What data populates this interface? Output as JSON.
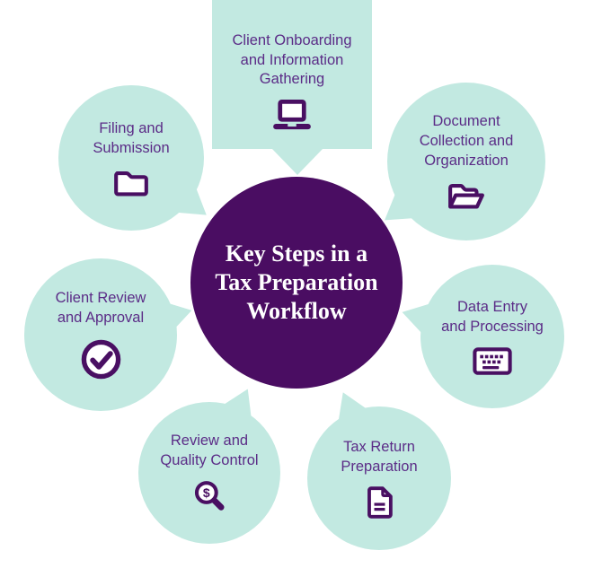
{
  "colors": {
    "bubble_fill": "#c2e9e1",
    "center_fill": "#4a0d62",
    "label_text": "#5b2c87",
    "icon_stroke": "#490f62",
    "center_text": "#ffffff"
  },
  "center": {
    "title": "Key Steps in a\nTax Preparation\nWorkflow"
  },
  "steps": [
    {
      "id": "client-onboarding",
      "label": "Client Onboarding\nand Information\nGathering",
      "icon": "laptop-icon"
    },
    {
      "id": "document-collection",
      "label": "Document\nCollection and\nOrganization",
      "icon": "open-folder-icon"
    },
    {
      "id": "data-entry",
      "label": "Data Entry\nand Processing",
      "icon": "keyboard-icon"
    },
    {
      "id": "tax-return",
      "label": "Tax Return\nPreparation",
      "icon": "document-icon"
    },
    {
      "id": "review-quality",
      "label": "Review and\nQuality Control",
      "icon": "magnifier-dollar-icon"
    },
    {
      "id": "client-review",
      "label": "Client Review\nand Approval",
      "icon": "check-circle-icon"
    },
    {
      "id": "filing-submission",
      "label": "Filing and\nSubmission",
      "icon": "folder-icon"
    }
  ]
}
